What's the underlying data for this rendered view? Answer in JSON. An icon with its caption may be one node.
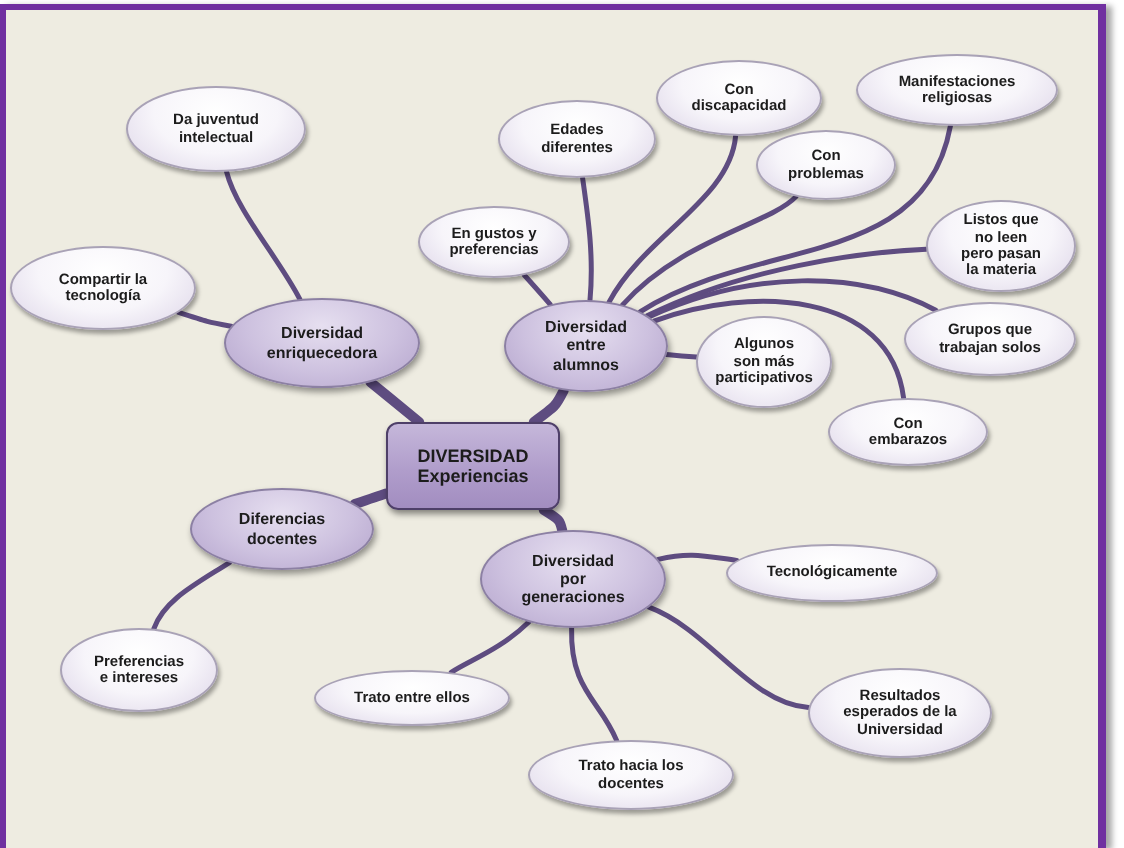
{
  "diagram": {
    "nodes": [
      {
        "text": [
          "DIVERSIDAD Experiencias"
        ]
      },
      {
        "text": [
          "Diversidad enriquecedora"
        ]
      },
      {
        "text": [
          "Da juventud intelectual"
        ]
      },
      {
        "text": [
          "Compartir la tecnología"
        ]
      },
      {
        "text": [
          "Diversidad entre alumnos"
        ]
      },
      {
        "text": [
          "En gustos y preferencias"
        ]
      },
      {
        "text": [
          "Edades diferentes"
        ]
      },
      {
        "text": [
          "Con discapacidad"
        ]
      },
      {
        "text": [
          "Manifestaciones religiosas"
        ]
      },
      {
        "text": [
          "Con problemas"
        ]
      },
      {
        "text": [
          "Listos que no leen pero pasan la materia"
        ]
      },
      {
        "text": [
          "Grupos que trabajan solos"
        ]
      },
      {
        "text": [
          "Algunos son más participativos"
        ]
      },
      {
        "text": [
          "Con embarazos"
        ]
      },
      {
        "text": [
          "Diferencias docentes"
        ]
      },
      {
        "text": [
          "Preferencias e intereses"
        ]
      },
      {
        "text": [
          "Diversidad por generaciones"
        ]
      },
      {
        "text": [
          "Tecnológicamente"
        ]
      },
      {
        "text": [
          "Resultados esperados de la Universidad"
        ]
      },
      {
        "text": [
          "Trato entre ellos"
        ]
      },
      {
        "text": [
          "Trato hacia los docentes"
        ]
      }
    ],
    "edges": [
      {
        "from": 0,
        "to": 1,
        "arrow": "none",
        "style": "thick"
      },
      {
        "from": 1,
        "to": 2,
        "arrow": "none"
      },
      {
        "from": 1,
        "to": 3,
        "arrow": "none"
      },
      {
        "from": 0,
        "to": 4,
        "arrow": "none",
        "style": "thick"
      },
      {
        "from": 4,
        "to": 5,
        "arrow": "none"
      },
      {
        "from": 4,
        "to": 6,
        "arrow": "none"
      },
      {
        "from": 4,
        "to": 7,
        "arrow": "none"
      },
      {
        "from": 4,
        "to": 8,
        "arrow": "none"
      },
      {
        "from": 4,
        "to": 9,
        "arrow": "none"
      },
      {
        "from": 4,
        "to": 10,
        "arrow": "none"
      },
      {
        "from": 4,
        "to": 11,
        "arrow": "none"
      },
      {
        "from": 4,
        "to": 12,
        "arrow": "none"
      },
      {
        "from": 4,
        "to": 13,
        "arrow": "none"
      },
      {
        "from": 0,
        "to": 14,
        "arrow": "none",
        "style": "thick"
      },
      {
        "from": 14,
        "to": 15,
        "arrow": "none"
      },
      {
        "from": 0,
        "to": 16,
        "arrow": "none",
        "style": "thick"
      },
      {
        "from": 16,
        "to": 17,
        "arrow": "none"
      },
      {
        "from": 16,
        "to": 18,
        "arrow": "none"
      },
      {
        "from": 16,
        "to": 19,
        "arrow": "none"
      },
      {
        "from": 16,
        "to": 20,
        "arrow": "none"
      }
    ]
  }
}
